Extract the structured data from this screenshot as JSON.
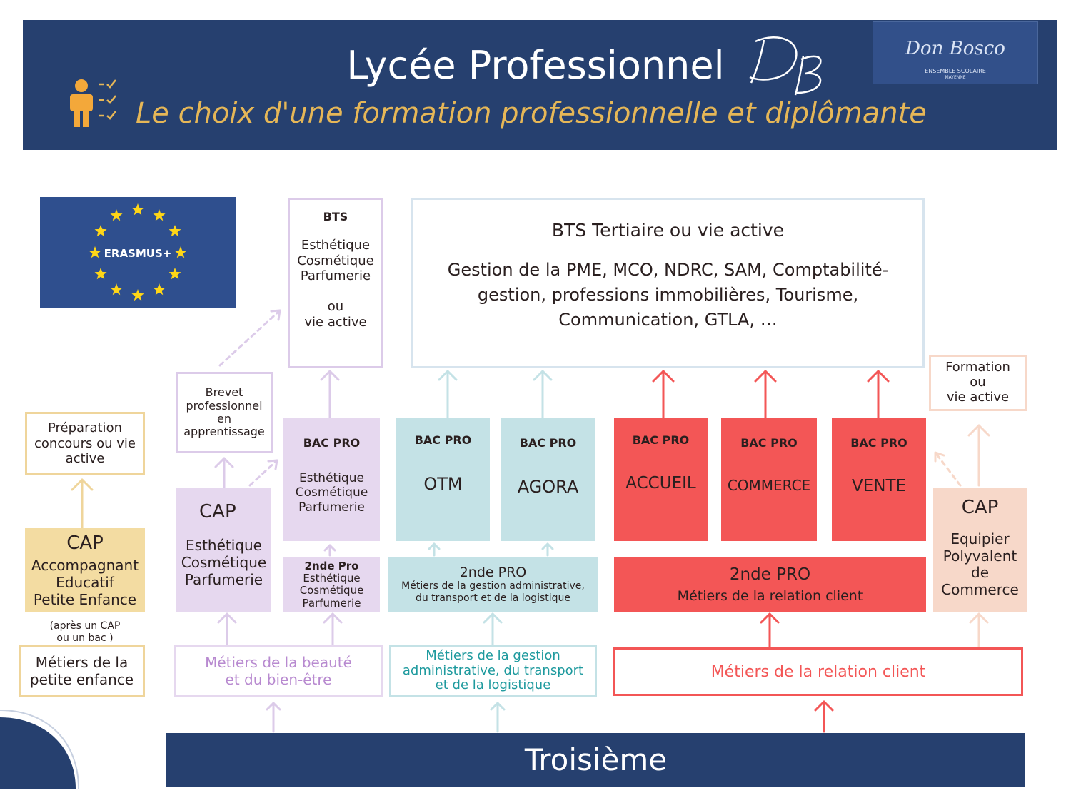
{
  "header": {
    "title": "Lycée Professionnel",
    "subtitle": "Le choix d'une formation professionnelle et diplômante",
    "logo_name": "Don Bosco",
    "logo_sub1": "ENSEMBLE SCOLAIRE",
    "logo_sub2": "MAYENNE"
  },
  "erasmus": {
    "label": "ERASMUS+"
  },
  "beauty": {
    "bts_title": "BTS",
    "bts_body": "Esthétique\nCosmétique\nParfumerie\n\nou\nvie active",
    "brevet": "Brevet\nprofessionnel\nen\napprentissage",
    "cap_title": "CAP",
    "cap_body": "Esthétique\nCosmétique\nParfumerie",
    "bac_title": "BAC PRO",
    "bac_body": "Esthétique\nCosmétique\nParfumerie",
    "seconde_title": "2nde Pro",
    "seconde_body": "Esthétique\nCosmétique\nParfumerie",
    "famille": "Métiers de la beauté\net du bien-être"
  },
  "petite_enfance": {
    "prep": "Préparation\nconcours ou vie\nactive",
    "cap_title": "CAP",
    "cap_body": "Accompagnant\nEducatif\nPetite Enfance",
    "note": "(après un CAP\nou un bac )",
    "famille": "Métiers de la\npetite enfance"
  },
  "tertiaire": {
    "bts_title": "BTS Tertiaire ou vie active",
    "bts_body": "Gestion de la PME, MCO, NDRC, SAM, Comptabilité-\ngestion, professions immobilières, Tourisme,\nCommunication, GTLA, …"
  },
  "gestion": {
    "bac1_title": "BAC PRO",
    "bac1_name": "OTM",
    "bac2_title": "BAC PRO",
    "bac2_name": "AGORA",
    "seconde_title": "2nde PRO",
    "seconde_body": "Métiers de la gestion administrative,\ndu transport et de la logistique",
    "famille": "Métiers de la gestion\nadministrative, du transport\net de la logistique"
  },
  "relation": {
    "bac1_title": "BAC PRO",
    "bac1_name": "ACCUEIL",
    "bac2_title": "BAC PRO",
    "bac2_name": "COMMERCE",
    "bac3_title": "BAC PRO",
    "bac3_name": "VENTE",
    "seconde_title": "2nde PRO",
    "seconde_body": "Métiers de la relation client",
    "famille": "Métiers de la relation client",
    "formation": "Formation\nou\nvie active",
    "cap_title": "CAP",
    "cap_body": "Equipier\nPolyvalent\nde\nCommerce"
  },
  "footer": {
    "troisieme": "Troisième"
  },
  "colors": {
    "navy": "#26406f",
    "gold": "#e6b757",
    "lavender": "#e6d8ef",
    "lavender_border": "#dccbe9",
    "teal": "#c4e2e6",
    "red": "#f35656",
    "peach": "#f7d8c9",
    "pe_yellow": "#f3dca2",
    "pe_border": "#efd59b"
  }
}
